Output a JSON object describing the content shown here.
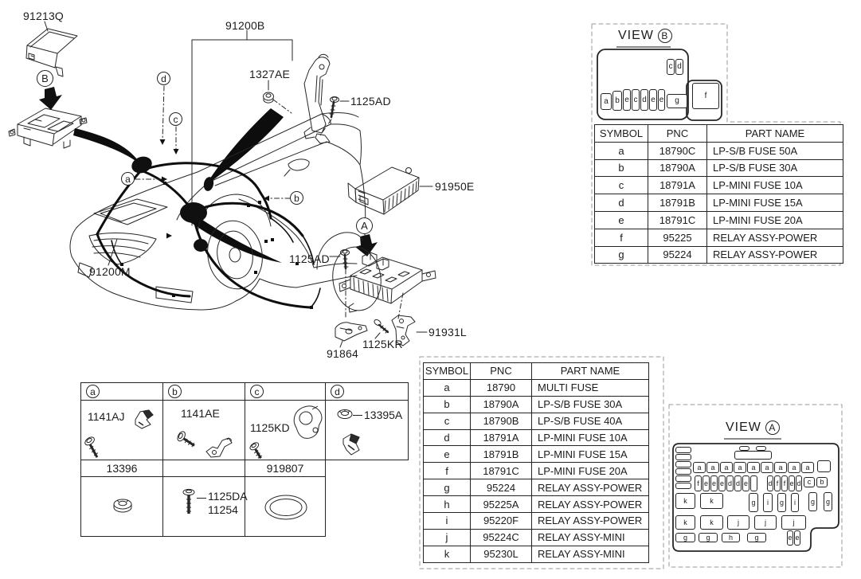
{
  "diagram": {
    "callouts": {
      "upper_cover": "91213Q",
      "harness_main": "91200B",
      "cowl_nut": "1327AE",
      "bolt_upper": "1125AD",
      "junction_cover": "91950E",
      "front_harness": "91200M",
      "bolt_lower": "1125AD",
      "bracket_left": "91864",
      "bolt_bracket": "1125KR",
      "bracket_right": "91931L"
    },
    "view_markers": {
      "b": "B",
      "a": "A"
    },
    "car_markers": {
      "a": "a",
      "b": "b",
      "c": "c",
      "d": "d"
    }
  },
  "view_b": {
    "title": "VIEW",
    "letter": "B",
    "fuses": [
      [
        "c",
        87,
        12,
        10,
        20
      ],
      [
        "d",
        98,
        12,
        10,
        20
      ],
      [
        "a",
        4,
        55,
        14,
        21
      ],
      [
        "b",
        19,
        52,
        12,
        25
      ],
      [
        "e",
        32,
        50,
        10,
        27
      ],
      [
        "c",
        43,
        50,
        10,
        27
      ],
      [
        "d",
        54,
        50,
        10,
        27
      ],
      [
        "e",
        65,
        50,
        10,
        27
      ],
      [
        "e",
        76,
        50,
        9,
        27
      ],
      [
        "g",
        87,
        56,
        26,
        18
      ],
      [
        "f",
        119,
        42,
        34,
        33
      ]
    ],
    "table": {
      "headers": [
        "SYMBOL",
        "PNC",
        "PART NAME"
      ],
      "rows": [
        [
          "a",
          "18790C",
          "LP-S/B FUSE 50A"
        ],
        [
          "b",
          "18790A",
          "LP-S/B FUSE 30A"
        ],
        [
          "c",
          "18791A",
          "LP-MINI FUSE 10A"
        ],
        [
          "d",
          "18791B",
          "LP-MINI FUSE 15A"
        ],
        [
          "e",
          "18791C",
          "LP-MINI FUSE 20A"
        ],
        [
          "f",
          "95225",
          "RELAY ASSY-POWER"
        ],
        [
          "g",
          "95224",
          "RELAY ASSY-POWER"
        ]
      ]
    }
  },
  "view_a": {
    "title": "VIEW",
    "letter": "A",
    "fuses": [
      [
        "",
        3,
        4,
        20,
        8
      ],
      [
        "",
        3,
        13,
        20,
        8
      ],
      [
        "",
        3,
        22,
        20,
        8
      ],
      [
        "",
        3,
        31,
        20,
        8
      ],
      [
        "",
        3,
        40,
        20,
        8
      ],
      [
        "",
        3,
        49,
        20,
        8
      ],
      [
        "",
        77,
        9,
        47,
        11
      ],
      [
        "",
        83,
        3,
        13,
        6
      ],
      [
        "",
        104,
        3,
        13,
        6
      ],
      [
        "a",
        25,
        23,
        16,
        14
      ],
      [
        "a",
        42,
        23,
        16,
        14
      ],
      [
        "a",
        59,
        23,
        16,
        14
      ],
      [
        "a",
        76,
        23,
        16,
        14
      ],
      [
        "a",
        93,
        23,
        16,
        14
      ],
      [
        "a",
        110,
        23,
        16,
        14
      ],
      [
        "a",
        127,
        23,
        16,
        14
      ],
      [
        "a",
        144,
        23,
        16,
        14
      ],
      [
        "a",
        161,
        23,
        16,
        14
      ],
      [
        "",
        181,
        21,
        17,
        15
      ],
      [
        "f",
        27,
        40,
        9,
        20
      ],
      [
        "e",
        37,
        40,
        9,
        20
      ],
      [
        "e",
        47,
        40,
        9,
        20
      ],
      [
        "e",
        57,
        40,
        9,
        20
      ],
      [
        "d",
        67,
        40,
        9,
        20
      ],
      [
        "d",
        77,
        40,
        9,
        20
      ],
      [
        "e",
        87,
        40,
        9,
        20
      ],
      [
        "",
        97,
        40,
        9,
        20
      ],
      [
        "d",
        118,
        40,
        8,
        20
      ],
      [
        "f",
        127,
        40,
        8,
        20
      ],
      [
        "f",
        136,
        40,
        8,
        20
      ],
      [
        "e",
        145,
        40,
        8,
        20
      ],
      [
        "d",
        154,
        40,
        8,
        20
      ],
      [
        "c",
        164,
        42,
        14,
        13
      ],
      [
        "b",
        180,
        42,
        14,
        13
      ],
      [
        "k",
        3,
        62,
        25,
        20
      ],
      [
        "k",
        34,
        62,
        29,
        20
      ],
      [
        "g",
        95,
        62,
        12,
        24
      ],
      [
        "i",
        113,
        62,
        12,
        24
      ],
      [
        "g",
        131,
        62,
        11,
        24
      ],
      [
        "i",
        148,
        62,
        10,
        24
      ],
      [
        "g",
        170,
        61,
        11,
        24
      ],
      [
        "g",
        189,
        61,
        11,
        24
      ],
      [
        "k",
        3,
        90,
        25,
        18
      ],
      [
        "k",
        34,
        90,
        29,
        18
      ],
      [
        "j",
        68,
        90,
        28,
        18
      ],
      [
        "j",
        102,
        90,
        28,
        18
      ],
      [
        "j",
        136,
        90,
        31,
        18
      ],
      [
        "g",
        3,
        112,
        25,
        12
      ],
      [
        "g",
        32,
        112,
        24,
        12
      ],
      [
        "h",
        61,
        112,
        23,
        12
      ],
      [
        "g",
        93,
        112,
        24,
        12
      ],
      [
        "e",
        143,
        109,
        8,
        19
      ],
      [
        "e",
        152,
        109,
        8,
        19
      ]
    ],
    "table": {
      "headers": [
        "SYMBOL",
        "PNC",
        "PART NAME"
      ],
      "rows": [
        [
          "a",
          "18790",
          "MULTI FUSE"
        ],
        [
          "b",
          "18790A",
          "LP-S/B FUSE 30A"
        ],
        [
          "c",
          "18790B",
          "LP-S/B FUSE 40A"
        ],
        [
          "d",
          "18791A",
          "LP-MINI FUSE 10A"
        ],
        [
          "e",
          "18791B",
          "LP-MINI FUSE 15A"
        ],
        [
          "f",
          "18791C",
          "LP-MINI FUSE 20A"
        ],
        [
          "g",
          "95224",
          "RELAY ASSY-POWER"
        ],
        [
          "h",
          "95225A",
          "RELAY ASSY-POWER"
        ],
        [
          "i",
          "95220F",
          "RELAY ASSY-POWER"
        ],
        [
          "j",
          "95224C",
          "RELAY ASSY-MINI"
        ],
        [
          "k",
          "95230L",
          "RELAY ASSY-MINI"
        ]
      ]
    }
  },
  "hardware": {
    "col_letters": [
      "a",
      "b",
      "c",
      "d"
    ],
    "row1_parts": [
      "1141AJ",
      "1141AE",
      "1125KD",
      "13395A"
    ],
    "row2_codes": [
      "13396",
      "",
      "919807"
    ],
    "row3_b_codes": [
      "1125DA",
      "11254"
    ]
  }
}
